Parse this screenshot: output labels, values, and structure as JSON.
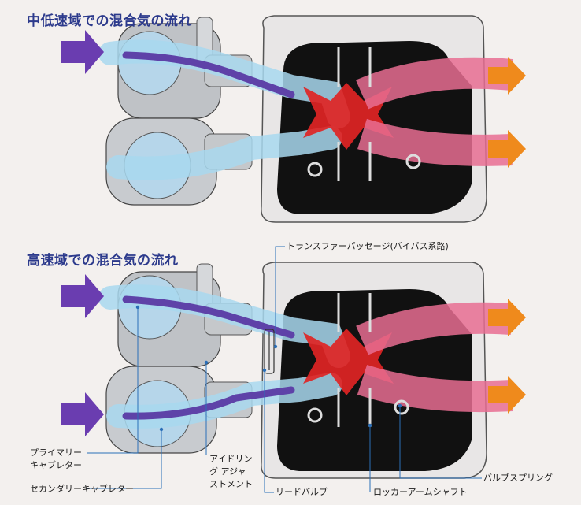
{
  "panel_top": {
    "title": "中低速域での混合気の流れ"
  },
  "panel_bottom": {
    "title": "高速域での混合気の流れ"
  },
  "labels": {
    "transfer_passage": "トランスファーパッセージ(バイパス系路)",
    "primary_carb_line1": "プライマリー",
    "primary_carb_line2": "キャブレター",
    "secondary_carb": "セカンダリーキャブレター",
    "idle_adjust_line1": "アイドリン",
    "idle_adjust_line2": "グ アジャ",
    "idle_adjust_line3": "ストメント",
    "reed_valve": "リードバルブ",
    "rocker_shaft": "ロッカーアームシャフト",
    "valve_spring": "バルブスプリング"
  },
  "colors": {
    "intake_arrow": "#6a3db0",
    "exhaust_arrow": "#ef8a1c",
    "flow_blue": "#a8d8ee",
    "exhaust_pink": "#e86d92",
    "combustion_red": "#e02424",
    "head_black": "#111111",
    "title_blue": "#2c3a8c"
  }
}
